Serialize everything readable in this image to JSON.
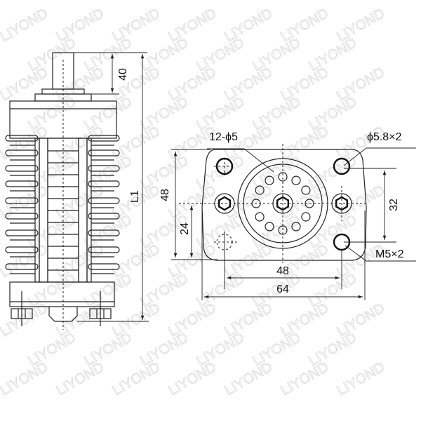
{
  "watermark": "LIYOND",
  "side_view": {
    "dim_top": "40",
    "dim_length": "L1"
  },
  "flange_view": {
    "hole_pattern_label": "12-ϕ5",
    "mount_hole_label": "ϕ5.8×2",
    "thread_label": "M5×2",
    "dim_height": "48",
    "dim_half_height": "24",
    "dim_hole_spacing_v": "32",
    "dim_hole_spacing_h": "48",
    "dim_width": "64"
  }
}
